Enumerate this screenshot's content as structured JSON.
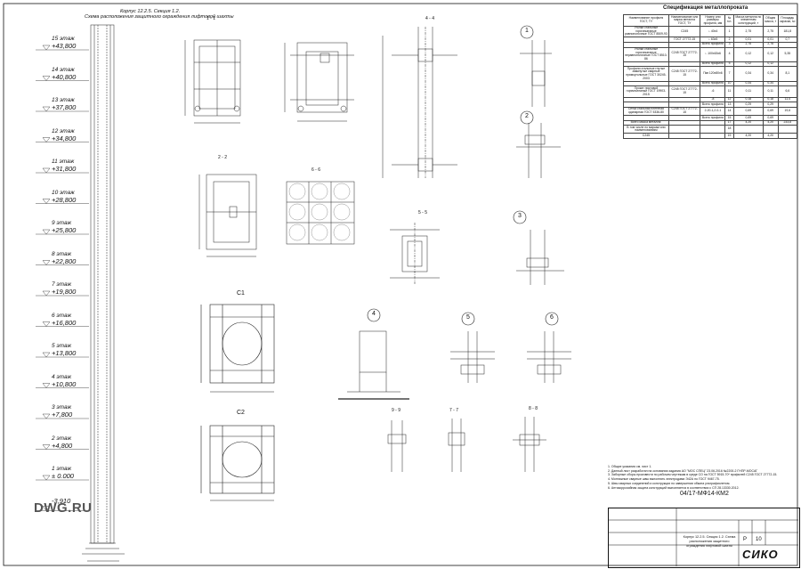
{
  "header": {
    "line1": "Корпус 12.2.5. Секция 1.2.",
    "line2": "Схема расположения защитного ограждения лифтовой шахты"
  },
  "levels": [
    {
      "floor": "15 этаж",
      "elev": "+43,800"
    },
    {
      "floor": "14 этаж",
      "elev": "+40,800"
    },
    {
      "floor": "13 этаж",
      "elev": "+37,800"
    },
    {
      "floor": "12 этаж",
      "elev": "+34,800"
    },
    {
      "floor": "11 этаж",
      "elev": "+31,800"
    },
    {
      "floor": "10 этаж",
      "elev": "+28,800"
    },
    {
      "floor": "9 этаж",
      "elev": "+25,800"
    },
    {
      "floor": "8 этаж",
      "elev": "+22,800"
    },
    {
      "floor": "7 этаж",
      "elev": "+19,800"
    },
    {
      "floor": "6 этаж",
      "elev": "+16,800"
    },
    {
      "floor": "5 этаж",
      "elev": "+13,800"
    },
    {
      "floor": "4 этаж",
      "elev": "+10,800"
    },
    {
      "floor": "3 этаж",
      "elev": "+7,800"
    },
    {
      "floor": "2 этаж",
      "elev": "+4,800"
    },
    {
      "floor": "1 этаж",
      "elev": "± 0.000"
    },
    {
      "floor": "",
      "elev": "-3,910"
    }
  ],
  "section_labels": {
    "s1": "1 - 1",
    "s2": "2 - 2",
    "s4": "4 - 4",
    "s5": "5 - 5",
    "s6": "6 - 6",
    "s7": "7 - 7",
    "s8": "8 - 8",
    "s9": "9 - 9",
    "c1": "С1",
    "c2": "С2"
  },
  "node_labels": {
    "n1": "1",
    "n2": "2",
    "n3": "3",
    "n4": "4",
    "n5": "5",
    "n6": "6"
  },
  "spec": {
    "title": "Спецификация металлопроката",
    "headers": [
      "Наименование профиля ГОСТ, ТУ",
      "Наименование или марка металла ГОСТ, ТУ",
      "Номер или размеры профиля, мм",
      "№ п.п.",
      "Масса металла по элементам конструкций, т",
      "Общая масса, т",
      "Площадь окраски, м²"
    ],
    "rows": [
      [
        "Уголки стальные горячекатаные равнополочные ГОСТ 8509-93",
        "С245",
        "∟40х4",
        "1",
        "2,75",
        "2,75",
        "181,8"
      ],
      [
        "",
        "ГОСТ 27772-15",
        "∟63х5",
        "2",
        "0,01",
        "0,01",
        "0,7"
      ],
      [
        "",
        "",
        "Всего профиля",
        "3",
        "2,76",
        "2,76",
        ""
      ],
      [
        "Уголки стальные горячекатаные неравнополочные ГОСТ 8510-86",
        "С245 ГОСТ 27772-15",
        "∟100х63х6",
        "4",
        "0,12",
        "0,12",
        "5,35"
      ],
      [
        "",
        "",
        "Всего профиля",
        "5",
        "0,12",
        "0,12",
        ""
      ],
      [
        "Профили стальные гнутые замкнутые сварные прямоугольные ГОСТ 30245-2003",
        "С245 ГОСТ 27772-15",
        "Пкв 120х80х6",
        "7",
        "0,34",
        "0,34",
        "8,1"
      ],
      [
        "",
        "",
        "Всего профиля",
        "10",
        "0,34",
        "0,34",
        ""
      ],
      [
        "Прокат листовой горячекатаный ГОСТ 19903-2015",
        "С245 ГОСТ 27772-15",
        "-6",
        "11",
        "0,11",
        "0,11",
        "6,6"
      ],
      [
        "",
        "",
        "-8",
        "12",
        "0,18",
        "0,18",
        "11,4"
      ],
      [
        "",
        "",
        "Всего профиля",
        "13",
        "0,29",
        "0,29",
        ""
      ],
      [
        "Сетка стальная плетеная одинарная ГОСТ 5336-80",
        "С245 ГОСТ 27772-15",
        "2-20-1,2-0-1",
        "14",
        "0,69",
        "0,69",
        "19,6"
      ],
      [
        "",
        "",
        "Всего профиля",
        "15",
        "0,69",
        "0,69",
        ""
      ],
      [
        "Всего масса металла:",
        "",
        "",
        "17",
        "4,20",
        "4,20",
        "233,8"
      ],
      [
        "В том числе по маркам или наименованиям",
        "",
        "",
        "18",
        "",
        "",
        ""
      ],
      [
        "С245",
        "",
        "",
        "19",
        "4,20",
        "4,20",
        ""
      ]
    ]
  },
  "notes": [
    "1. Общие указания см. лист 1.",
    "2. Данный лист разработан на основании задания АО \"МОС СПЕЦ\" 23.06.2016 №2200-2 ГНПР-МОСАГ",
    "3. Заборные сборы произвести по рабочим чертежам в среде СО на ГОСТ 5915-70* профилей С245 ГОСТ 27772-15.",
    "4. Монтажные сварные швы выполнять электродами Э42А по ГОСТ 9467-75.",
    "5. Швы сварных соединений и конструкции по завершении обжига ультрафиолетом.",
    "6. Антикоррозийная защита конструкций выполняется в соответствии с СП 28.13330.2012."
  ],
  "stamp": {
    "code": "04/17-МФ14-КМ2",
    "company": "СИКО",
    "title": "Корпус 12.2.5. Секция 1.2. Схема расположения защитного ограждения лифтовой шахты",
    "stage": "Р",
    "sheet": "10"
  },
  "watermark": "DWG.RU"
}
